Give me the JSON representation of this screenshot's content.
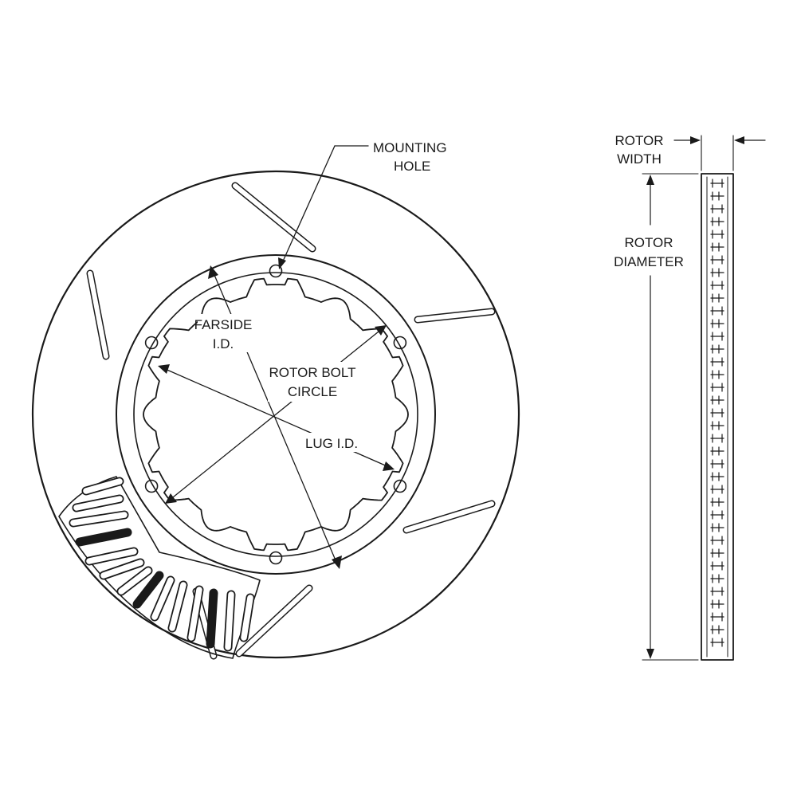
{
  "labels": {
    "mounting_hole": [
      "MOUNTING",
      "HOLE"
    ],
    "farside_id": [
      "FARSIDE",
      "I.D."
    ],
    "rotor_bolt_circle": [
      "ROTOR BOLT",
      "CIRCLE"
    ],
    "lug_id": [
      "LUG I.D."
    ],
    "rotor_width": [
      "ROTOR",
      "WIDTH"
    ],
    "rotor_diameter": [
      "ROTOR",
      "DIAMETER"
    ]
  },
  "colors": {
    "line": "#1a1a1a",
    "background": "#ffffff"
  },
  "mounting_hole_count": 6,
  "slot_count": 6
}
